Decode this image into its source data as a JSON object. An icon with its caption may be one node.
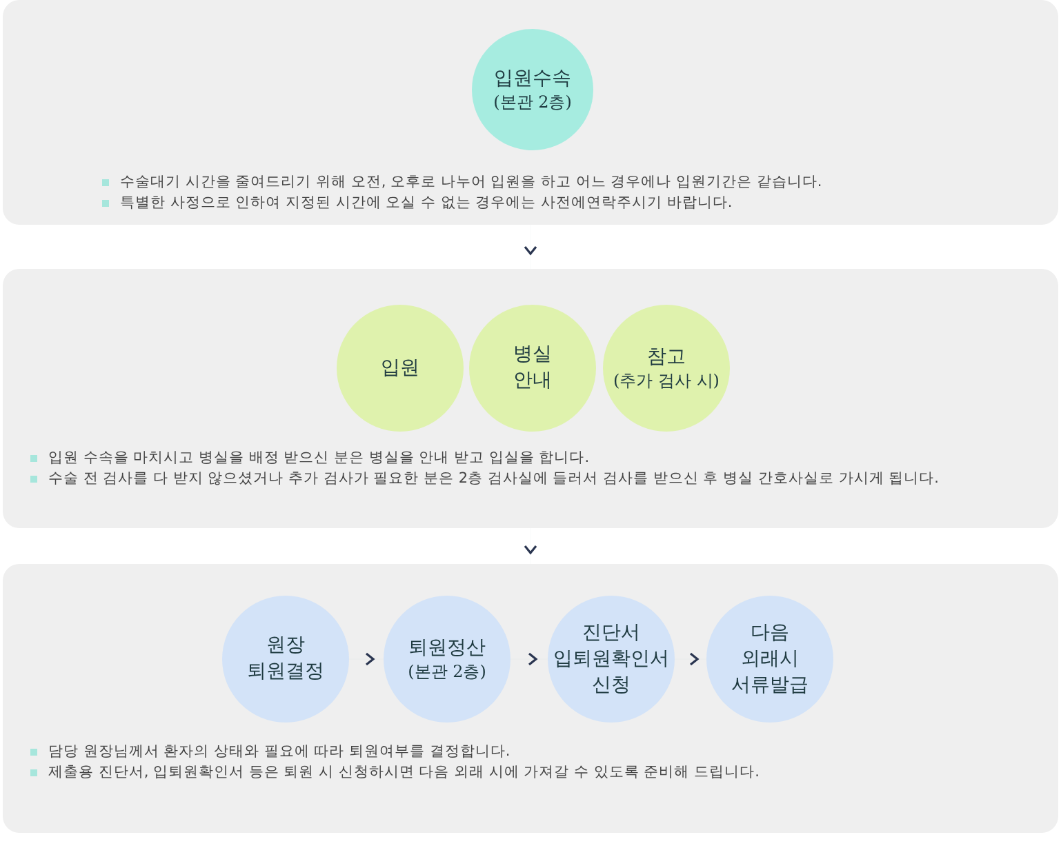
{
  "diagram": {
    "nodes": [
      {
        "text": [
          "수술대기 시간을 줄여드리기 위해 오전, 오후로 나누어 입원을 하고 어느 경우에나 입원기간은 같습니다.",
          "특별한 사정으로 인하여 지정된 시간에 오실 수 없는 경우에는 사전에연락주시기 바랍니다."
        ]
      },
      {
        "text": [
          "입원수속",
          "(본관 2층)"
        ],
        "in": 0
      },
      {
        "text": [
          "입원 수속을 마치시고 병실을 배정 받으신 분은 병실을 안내 받고 입실을 합니다.",
          "수술 전 검사를 다 받지 않으셨거나 추가 검사가 필요한 분은 2층 검사실에 들러서 검사를 받으신 후 병실 간호사실로 가시게 됩니다."
        ]
      },
      {
        "text": [
          "입원"
        ],
        "in": 2
      },
      {
        "text": [
          "병실 안내"
        ],
        "in": 2
      },
      {
        "text": [
          "참고",
          "(추가 검사 시)"
        ],
        "in": 2
      },
      {
        "text": [
          "담당 원장님께서 환자의 상태와 필요에 따라 퇴원여부를 결정합니다.",
          "제출용 진단서, 입퇴원확인서 등은 퇴원 시 신청하시면 다음 외래 시에 가져갈 수 있도록 준비해 드립니다."
        ]
      },
      {
        "text": [
          "원장 퇴원결정"
        ],
        "in": 6
      },
      {
        "text": [
          "퇴원정산",
          "(본관 2층)"
        ],
        "in": 6
      },
      {
        "text": [
          "진단서 입퇴원확인서 신청"
        ],
        "in": 6
      },
      {
        "text": [
          "다음 외래시 서류발급"
        ],
        "in": 6
      }
    ],
    "edges": [
      {
        "from": 0,
        "to": 2,
        "arrow": "to"
      },
      {
        "from": 2,
        "to": 6,
        "arrow": "to"
      },
      {
        "from": 7,
        "to": 8,
        "arrow": "to"
      },
      {
        "from": 8,
        "to": 9,
        "arrow": "to"
      },
      {
        "from": 9,
        "to": 10,
        "arrow": "to"
      }
    ]
  }
}
